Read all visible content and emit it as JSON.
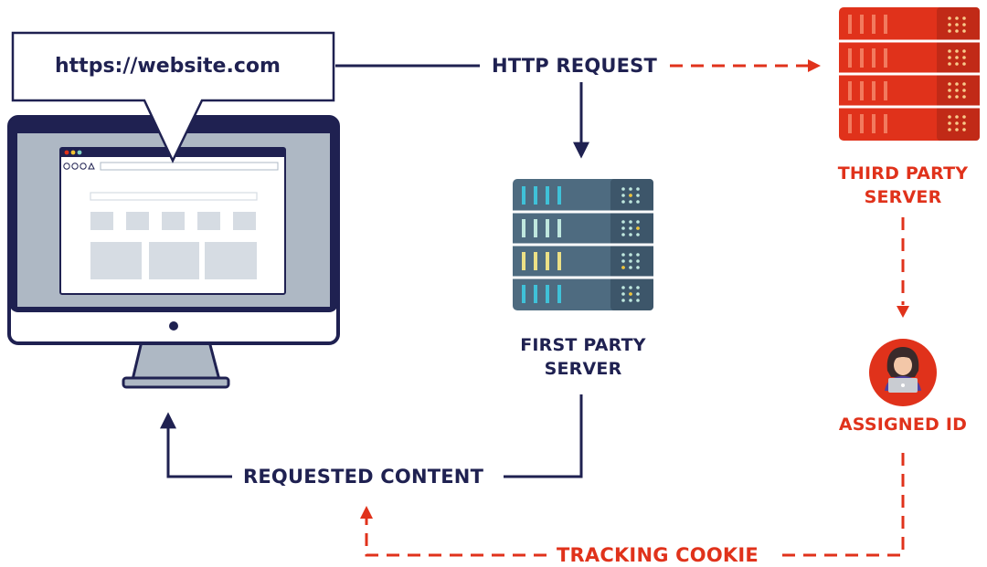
{
  "url_bubble": {
    "url": "https://website.com"
  },
  "flow": {
    "http_request": "HTTP REQUEST",
    "requested_content": "REQUESTED CONTENT",
    "tracking_cookie": "TRACKING COOKIE"
  },
  "nodes": {
    "first_party_line1": "FIRST PARTY",
    "first_party_line2": "SERVER",
    "third_party_line1": "THIRD PARTY",
    "third_party_line2": "SERVER",
    "assigned_id": "ASSIGNED ID"
  },
  "icons": {
    "computer": "desktop-monitor-icon",
    "first_server": "server-rack-icon",
    "third_server": "server-rack-icon",
    "user": "user-avatar-icon"
  },
  "colors": {
    "navy": "#1f2151",
    "accent_red": "#e0321b",
    "first_server_body": "#4e6b80",
    "third_server_body": "#e0321b"
  }
}
